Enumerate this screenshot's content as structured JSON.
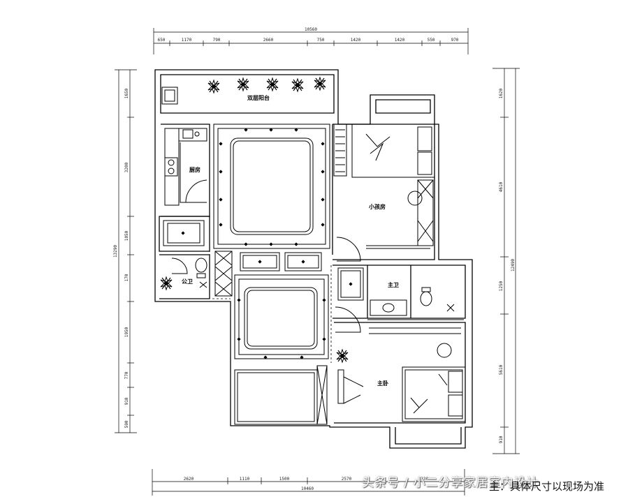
{
  "dimensions": {
    "top_total": "10560",
    "top": [
      "650",
      "1170",
      "790",
      "2660",
      "750",
      "1420",
      "1420",
      "550",
      "970"
    ],
    "bottom": [
      "2620",
      "1110",
      "1500",
      "2570",
      "2330"
    ],
    "bottom_total": "10460",
    "left_total": "13290",
    "left": [
      "1650",
      "3200",
      "1050",
      "170",
      "1950",
      "770",
      "910",
      "590"
    ],
    "right_total": "12490",
    "right": [
      "1620",
      "4610",
      "1250",
      "5610",
      "910"
    ]
  },
  "rooms": {
    "balcony": "双层阳台",
    "kitchen": "厨房",
    "small_bedroom": "小孩房",
    "public_bath": "公卫",
    "master_bath": "主卫",
    "master_bedroom": "主卧"
  },
  "icons": {
    "plant": "plant-icon",
    "bed": "bed-icon",
    "toilet": "toilet-icon",
    "stove": "stove-icon",
    "sink": "sink-icon",
    "pillow": "pillow-icon"
  },
  "footer": {
    "watermark": "头条号 / 小二分享家居室内设计",
    "note": "主：具体尺寸以现场为准"
  }
}
